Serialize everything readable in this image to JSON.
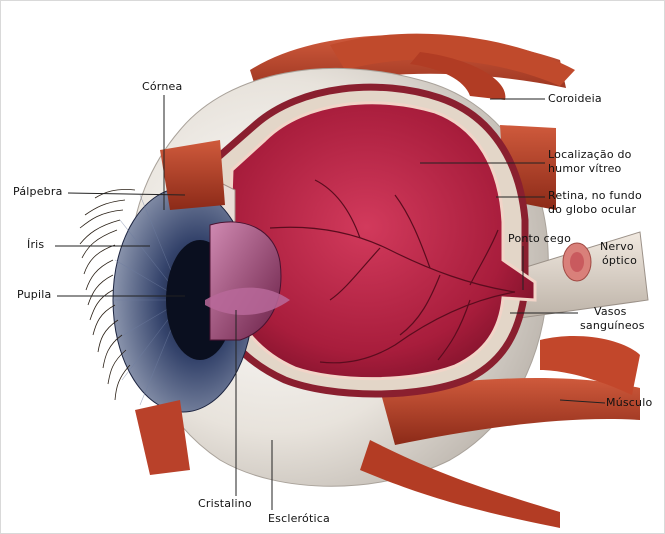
{
  "labels": {
    "cornea": "Córnea",
    "palpebra": "Pálpebra",
    "iris": "Íris",
    "pupila": "Pupila",
    "cristalino": "Cristalino",
    "esclerotica": "Esclerótica",
    "coroideia": "Coroideia",
    "humor_line1": "Localização do",
    "humor_line2": "humor vítreo",
    "retina_line1": "Retina, no fundo",
    "retina_line2": "do globo ocular",
    "ponto_cego": "Ponto cego",
    "nervo_line1": "Nervo",
    "nervo_line2": "óptico",
    "vasos_line1": "Vasos",
    "vasos_line2": "sanguíneos",
    "musculo": "Músculo"
  },
  "colors": {
    "muscle": "#b23a22",
    "sclera": "#e9e4dd",
    "choroid": "#9c2a36",
    "retina": "#c6344f",
    "vitreous": "#b3203f",
    "iris": "#2d3a5c",
    "lens": "#7a2a52"
  }
}
